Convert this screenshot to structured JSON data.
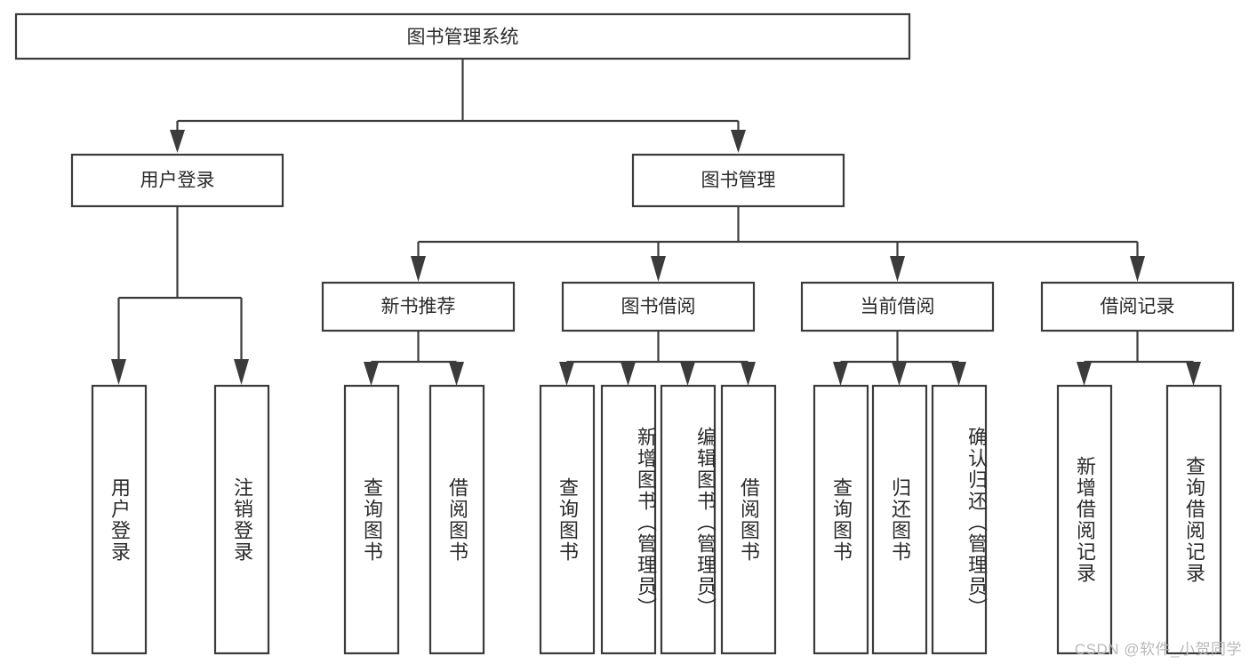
{
  "diagram": {
    "title": "图书管理系统",
    "type": "tree",
    "colors": {
      "box_stroke": "#3b3b3b",
      "box_fill": "#ffffff",
      "text": "#2b2b2b",
      "background": "#ffffff",
      "watermark": "#b9b9b9"
    },
    "root": {
      "label": "图书管理系统"
    },
    "level2": [
      {
        "label": "用户登录"
      },
      {
        "label": "图书管理"
      }
    ],
    "level3": [
      {
        "label": "新书推荐"
      },
      {
        "label": "图书借阅"
      },
      {
        "label": "当前借阅"
      },
      {
        "label": "借阅记录"
      }
    ],
    "leaves": {
      "user_login": [
        {
          "label": "用户登录"
        },
        {
          "label": "注销登录"
        }
      ],
      "new_book_recommend": [
        {
          "label": "查询图书"
        },
        {
          "label": "借阅图书"
        }
      ],
      "book_borrow": [
        {
          "label": "查询图书"
        },
        {
          "label": "新增图书（管理员）"
        },
        {
          "label": "编辑图书（管理员）"
        },
        {
          "label": "借阅图书"
        }
      ],
      "current_borrow": [
        {
          "label": "查询图书"
        },
        {
          "label": "归还图书"
        },
        {
          "label": "确认归还（管理员）"
        }
      ],
      "borrow_record": [
        {
          "label": "新增借阅记录"
        },
        {
          "label": "查询借阅记录"
        }
      ]
    }
  },
  "watermark": {
    "text": "CSDN @软件_小贺同学"
  }
}
